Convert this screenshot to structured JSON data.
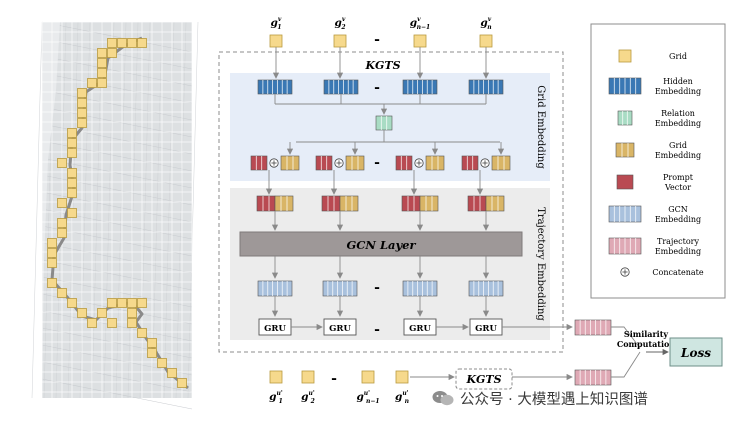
{
  "colors": {
    "grid_cell": "#f6d98c",
    "grid_cell_border": "#b99a3f",
    "hidden": "#3a78b4",
    "relation": "#a9dcc4",
    "grid_emb": "#d9b566",
    "prompt": "#b94a52",
    "gcn": "#a9c1dd",
    "traj": "#dfa9b5",
    "grid_panel": "#e6edf8",
    "traj_panel": "#ececec",
    "gcn_bar": "#9e9898",
    "loss_box": "#cfe6e1",
    "route": "#8a8a8a"
  },
  "map": {
    "route_cells": [
      [
        112,
        43
      ],
      [
        122,
        43
      ],
      [
        132,
        43
      ],
      [
        142,
        43
      ],
      [
        102,
        53
      ],
      [
        112,
        53
      ],
      [
        102,
        63
      ],
      [
        102,
        73
      ],
      [
        102,
        83
      ],
      [
        92,
        83
      ],
      [
        82,
        93
      ],
      [
        82,
        103
      ],
      [
        82,
        113
      ],
      [
        82,
        123
      ],
      [
        72,
        133
      ],
      [
        72,
        143
      ],
      [
        72,
        153
      ],
      [
        62,
        163
      ],
      [
        72,
        173
      ],
      [
        72,
        183
      ],
      [
        72,
        193
      ],
      [
        62,
        203
      ],
      [
        72,
        213
      ],
      [
        62,
        223
      ],
      [
        62,
        233
      ],
      [
        52,
        243
      ],
      [
        52,
        253
      ],
      [
        52,
        263
      ],
      [
        52,
        283
      ],
      [
        62,
        293
      ],
      [
        72,
        303
      ],
      [
        82,
        313
      ],
      [
        92,
        323
      ],
      [
        102,
        313
      ],
      [
        112,
        303
      ],
      [
        122,
        303
      ],
      [
        132,
        303
      ],
      [
        142,
        303
      ],
      [
        132,
        313
      ],
      [
        132,
        323
      ],
      [
        142,
        333
      ],
      [
        152,
        343
      ],
      [
        152,
        353
      ],
      [
        162,
        363
      ],
      [
        172,
        373
      ],
      [
        182,
        383
      ],
      [
        112,
        323
      ]
    ]
  },
  "kgts_top": {
    "title": "KGTS",
    "input_labels": [
      "g",
      "g",
      "g",
      "g"
    ],
    "input_subs": [
      "1",
      "2",
      "n−1",
      "n"
    ],
    "ellipsis": "-",
    "grid_embedding_label": "Grid Embedding",
    "trajectory_embedding_label": "Trajectory Embedding",
    "gcn_layer_label": "GCN Layer",
    "gru_label": "GRU"
  },
  "kgts_bottom": {
    "title": "KGTS",
    "input_labels": [
      "g",
      "g",
      "g",
      "g"
    ],
    "input_subs": [
      "1",
      "2",
      "n−1",
      "n"
    ],
    "ellipsis": "-"
  },
  "similarity": {
    "label_line1": "Similarity",
    "label_line2": "Computation"
  },
  "loss_label": "Loss",
  "legend": [
    {
      "key": "grid",
      "label": "Grid"
    },
    {
      "key": "hidden",
      "label": "Hidden\nEmbedding"
    },
    {
      "key": "relation",
      "label": "Relation\nEmbedding"
    },
    {
      "key": "grid_emb",
      "label": "Grid\nEmbedding"
    },
    {
      "key": "prompt",
      "label": "Prompt\nVector"
    },
    {
      "key": "gcn",
      "label": "GCN\nEmbedding"
    },
    {
      "key": "traj",
      "label": "Trajectory\nEmbedding"
    },
    {
      "key": "concat",
      "label": "Concatenate"
    }
  ],
  "watermark": "公众号 · 大模型遇上知识图谱"
}
